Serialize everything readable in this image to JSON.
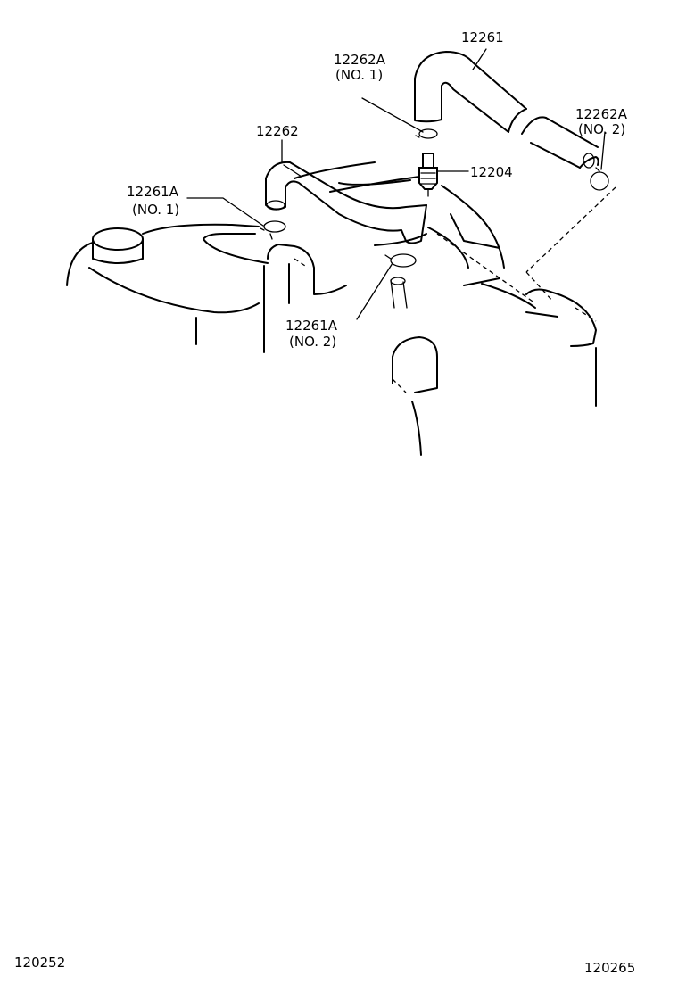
{
  "callouts": {
    "hose_12261": "12261",
    "clamp_12262a_no1_part": "12262A",
    "clamp_12262a_no1_sub": "(NO. 1)",
    "clamp_12262a_no2_part": "12262A",
    "clamp_12262a_no2_sub": "(NO. 2)",
    "hose_12262": "12262",
    "valve_12204": "12204",
    "clamp_12261a_no1_part": "12261A",
    "clamp_12261a_no1_sub": "(NO. 1)",
    "clamp_12261a_no2_part": "12261A",
    "clamp_12261a_no2_sub": "(NO. 2)"
  },
  "footer": {
    "left_code": "120252",
    "right_code": "120265"
  }
}
